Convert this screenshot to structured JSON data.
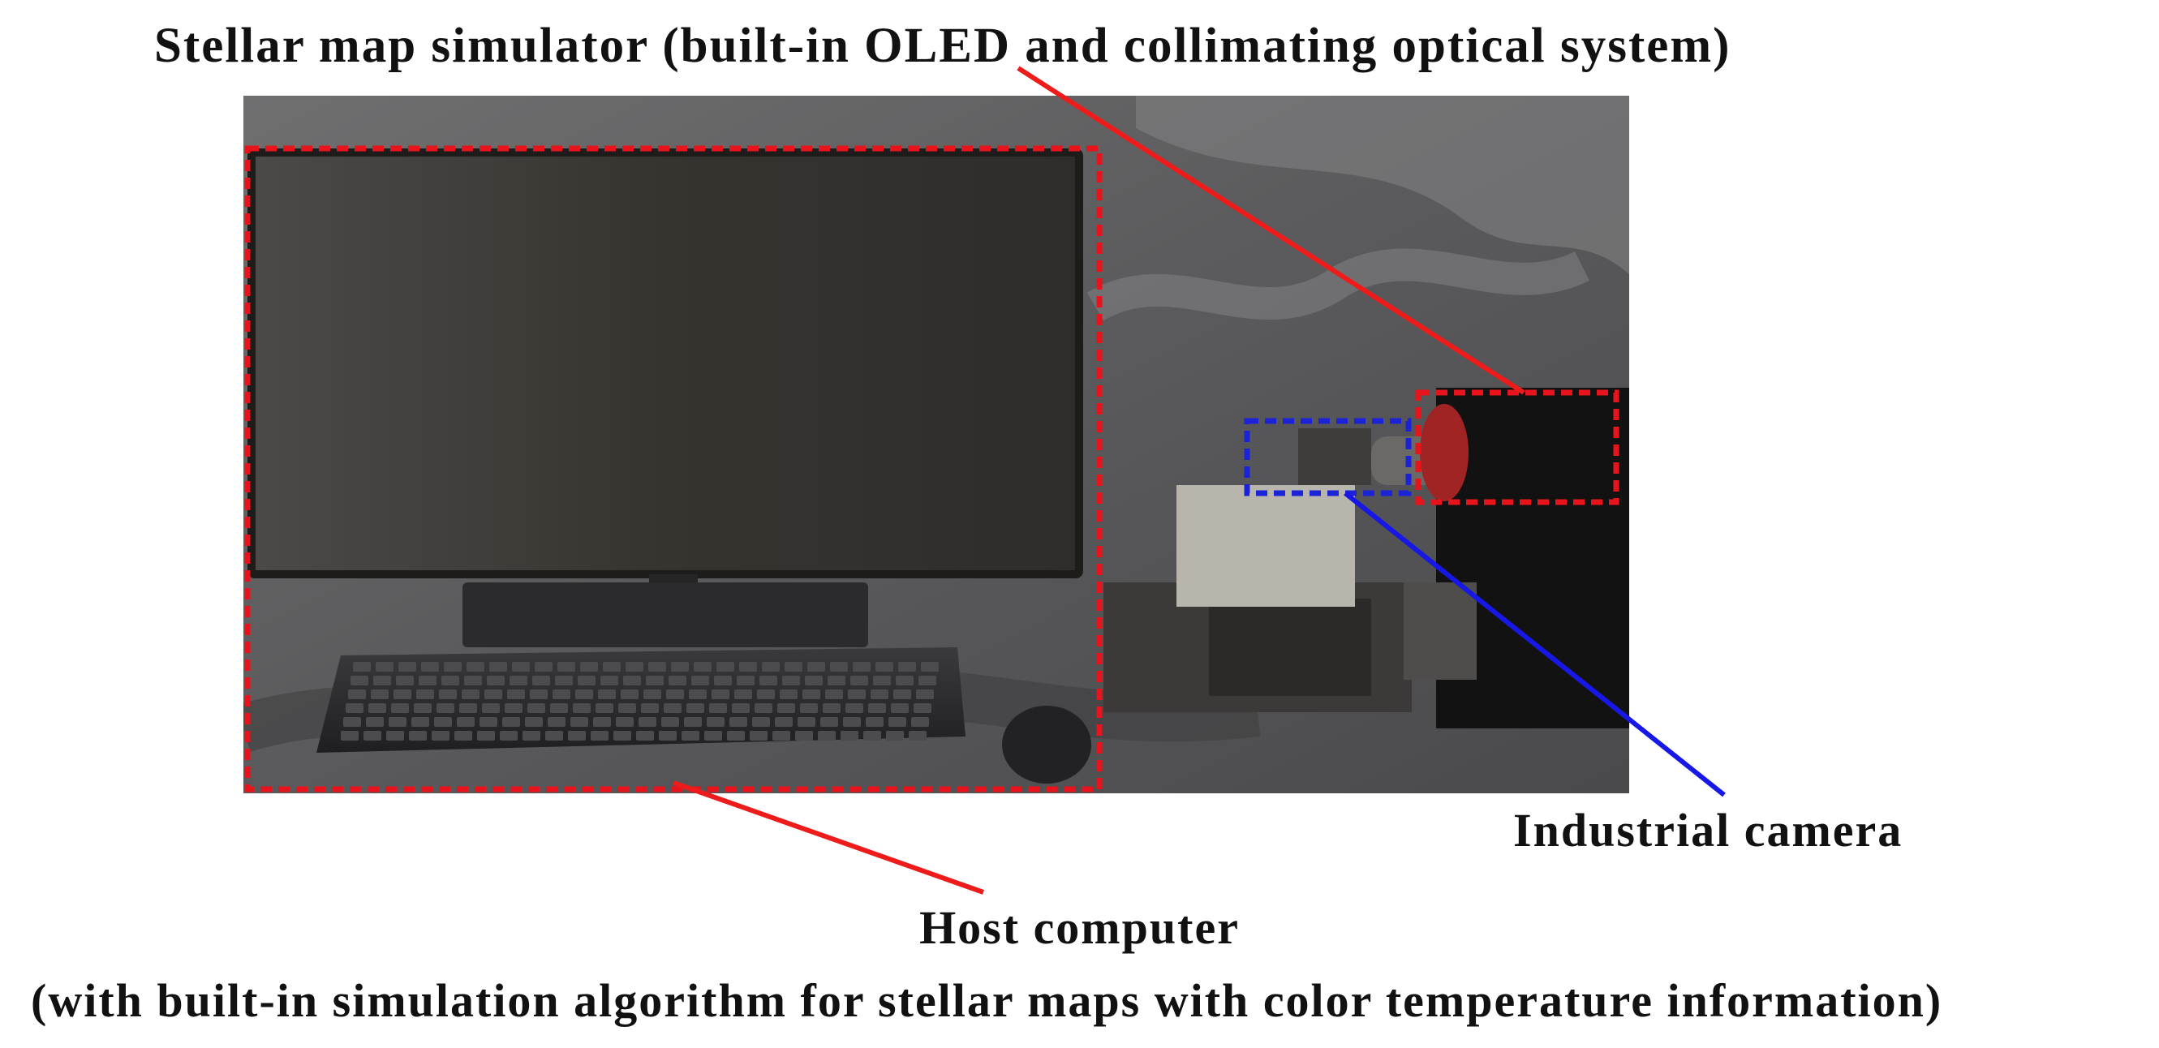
{
  "labels": {
    "simulator": "Stellar map simulator (built-in OLED and collimating optical system)",
    "camera": "Industrial camera",
    "host_title": "Host computer",
    "host_subtitle": "(with built-in simulation algorithm for stellar maps with color temperature information)"
  },
  "colors": {
    "host_box": "#e8141b",
    "simulator_box": "#e8141b",
    "camera_box": "#1c22d8",
    "leader_red": "#ee1b1b",
    "leader_blue": "#1717e6"
  },
  "photo": {
    "description_tag": "lab-setup-photo"
  }
}
